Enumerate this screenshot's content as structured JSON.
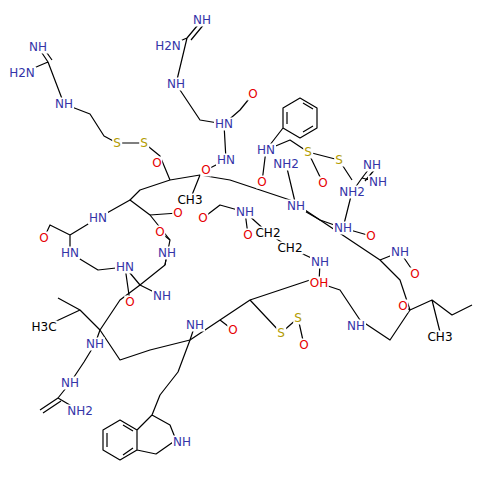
{
  "diagram": {
    "labels": [
      "NH",
      "H2N",
      "NH",
      "NH",
      "H2N",
      "NH",
      "O",
      "HN",
      "HN",
      "S",
      "S",
      "O",
      "NH2",
      "NH",
      "NH",
      "NH2",
      "HN",
      "O",
      "NH",
      "NH",
      "O",
      "NH",
      "O",
      "S",
      "S",
      "O",
      "O",
      "HN",
      "O",
      "CH3",
      "O",
      "NH",
      "O",
      "CH2",
      "CH2",
      "NH",
      "OH",
      "NH",
      "O",
      "CH3",
      "O",
      "S",
      "S",
      "O",
      "HN",
      "HN",
      "O",
      "H3C",
      "NH",
      "NH",
      "NH2",
      "NH",
      "O",
      "NH",
      "O",
      "NH",
      "NH"
    ]
  }
}
